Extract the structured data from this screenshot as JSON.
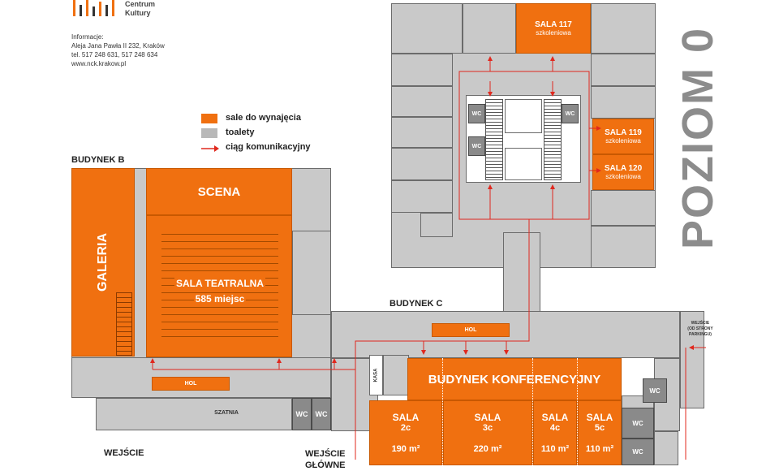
{
  "logo": {
    "line1": "Centrum",
    "line2": "Kultury"
  },
  "info": {
    "heading": "Informacje:",
    "address": "Aleja Jana Pawła II 232, Kraków",
    "phone": "tel.  517 248 631, 517 248 634",
    "web": "www.nck.krakow.pl"
  },
  "legend": {
    "rent": "sale do wynajęcia",
    "toilets": "toalety",
    "route": "ciąg komunikacyjny"
  },
  "colors": {
    "rent": "#f07010",
    "toilet": "#c9c9c9",
    "route": "#e0281e"
  },
  "building_b": {
    "label": "BUDYNEK B",
    "scena": "SCENA",
    "galeria": "GALERIA",
    "sala_teatralna": "SALA TEATRALNA",
    "seats": "585 miejsc",
    "hol": "HOL",
    "szatnia": "SZATNIA",
    "wc1": "WC",
    "wc2": "WC",
    "wejscie": "WEJŚCIE",
    "wejscie_glowne_1": "WEJŚCIE",
    "wejscie_glowne_2": "GŁÓWNE"
  },
  "building_c": {
    "label": "BUDYNEK C",
    "hol": "HOL",
    "kasa": "KASA",
    "side_entrance": [
      "WEJŚCIE",
      "(OD STRONY",
      "PARKINGU)"
    ]
  },
  "conference": {
    "title": "BUDYNEK KONFERENCYJNY",
    "rooms": [
      {
        "name": "SALA",
        "id": "2c",
        "area": "190 m²"
      },
      {
        "name": "SALA",
        "id": "3c",
        "area": "220 m²"
      },
      {
        "name": "SALA",
        "id": "4c",
        "area": "110 m²"
      },
      {
        "name": "SALA",
        "id": "5c",
        "area": "110 m²"
      }
    ],
    "wc": [
      "WC",
      "WC",
      "WC"
    ]
  },
  "upper": {
    "sala117": {
      "name": "SALA 117",
      "type": "szkoleniowa"
    },
    "sala119": {
      "name": "SALA 119",
      "type": "szkoleniowa"
    },
    "sala120": {
      "name": "SALA 120",
      "type": "szkoleniowa"
    },
    "wc": [
      "WC",
      "WC",
      "WC"
    ]
  },
  "level_title": "POZIOM 0"
}
